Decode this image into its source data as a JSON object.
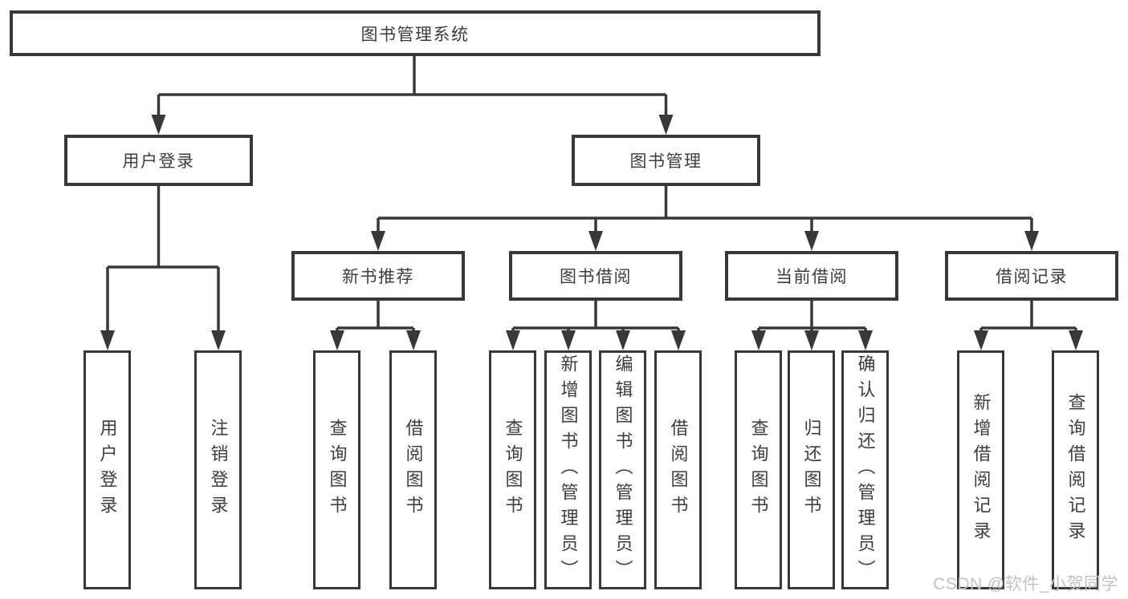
{
  "tree": {
    "root": "图书管理系统",
    "branches": [
      {
        "label": "用户登录",
        "leaves": [
          "用户登录",
          "注销登录"
        ]
      },
      {
        "label": "图书管理",
        "groups": [
          {
            "label": "新书推荐",
            "leaves": [
              "查询图书",
              "借阅图书"
            ]
          },
          {
            "label": "图书借阅",
            "leaves": [
              "查询图书",
              "新增图书（管理员）",
              "编辑图书（管理员）",
              "借阅图书"
            ]
          },
          {
            "label": "当前借阅",
            "leaves": [
              "查询图书",
              "归还图书",
              "确认归还（管理员）"
            ]
          },
          {
            "label": "借阅记录",
            "leaves": [
              "新增借阅记录",
              "查询借阅记录"
            ]
          }
        ]
      }
    ]
  },
  "watermark": {
    "text": "CSDN @软件_小贺同学"
  },
  "colors": {
    "line": "#383838",
    "text": "#3d3d3d",
    "watermark": "#c2c2c2",
    "background": "#ffffff"
  }
}
